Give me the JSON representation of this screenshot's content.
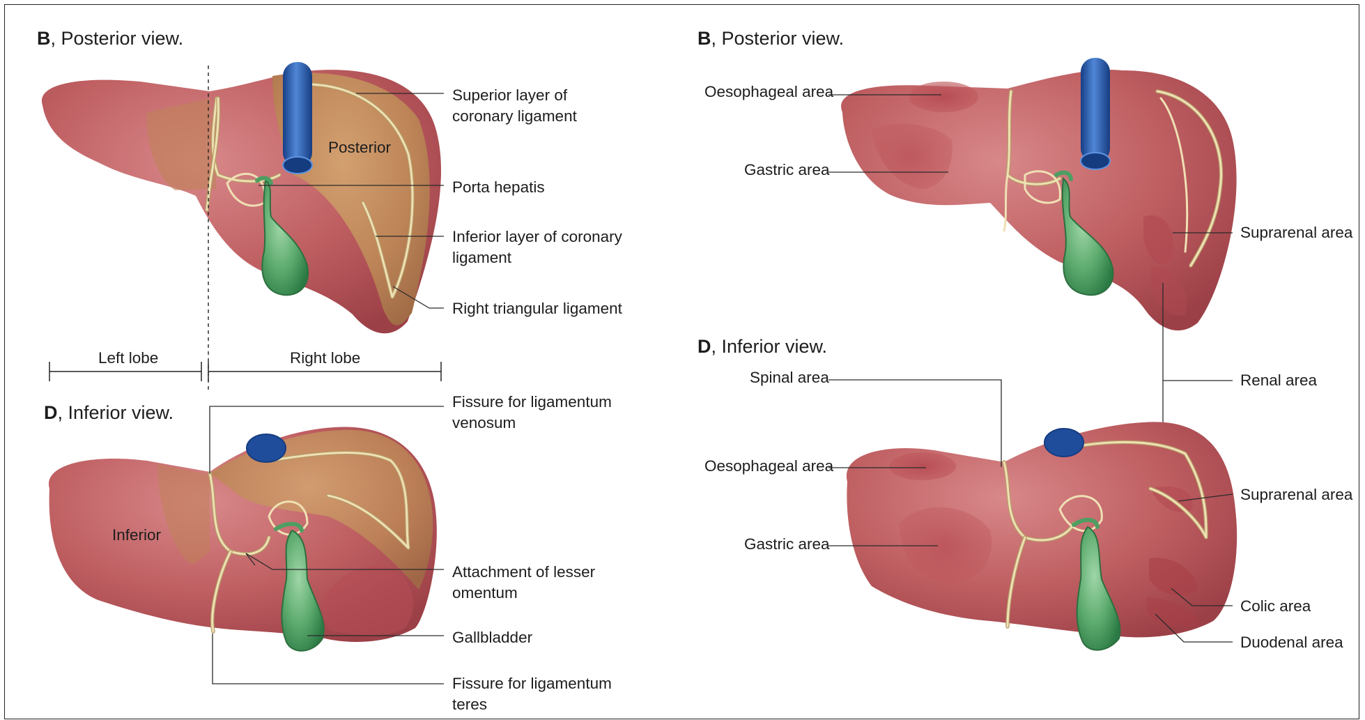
{
  "panels": {
    "top_left": {
      "title_letter": "B",
      "title_text": ", Posterior view.",
      "surface_label": "Posterior",
      "labels": {
        "superior_layer_1": "Superior layer of",
        "superior_layer_2": "coronary ligament",
        "porta_hepatis": "Porta hepatis",
        "inferior_layer_1": "Inferior layer of coronary",
        "inferior_layer_2": "ligament",
        "right_triangular": "Right triangular ligament"
      }
    },
    "lobes": {
      "left_lobe": "Left lobe",
      "right_lobe": "Right lobe"
    },
    "bottom_left": {
      "title_letter": "D",
      "title_text": ", Inferior view.",
      "surface_label": "Inferior",
      "labels": {
        "fissure_venosum_1": "Fissure for ligamentum",
        "fissure_venosum_2": "venosum",
        "lesser_omentum_1": "Attachment of lesser",
        "lesser_omentum_2": "omentum",
        "gallbladder": "Gallbladder",
        "fissure_teres_1": "Fissure for ligamentum",
        "fissure_teres_2": "teres"
      }
    },
    "top_right": {
      "title_letter": "B",
      "title_text": ", Posterior view.",
      "labels": {
        "oesophageal": "Oesophageal area",
        "gastric": "Gastric area",
        "suprarenal": "Suprarenal area"
      }
    },
    "shared_right": {
      "renal": "Renal area"
    },
    "bottom_right": {
      "title_letter": "D",
      "title_text": ", Inferior view.",
      "labels": {
        "spinal": "Spinal area",
        "oesophageal": "Oesophageal area",
        "gastric": "Gastric area",
        "suprarenal": "Suprarenal area",
        "colic": "Colic area",
        "duodenal": "Duodenal area"
      }
    }
  },
  "colors": {
    "liver": "#b8585c",
    "bare_area": "#c0875c",
    "ivc": "#2a61b0",
    "gallbladder": "#4e9e62",
    "ligament": "#efe0b4"
  },
  "icons": [
    "liver-illustration",
    "inferior-vena-cava",
    "gallbladder"
  ]
}
